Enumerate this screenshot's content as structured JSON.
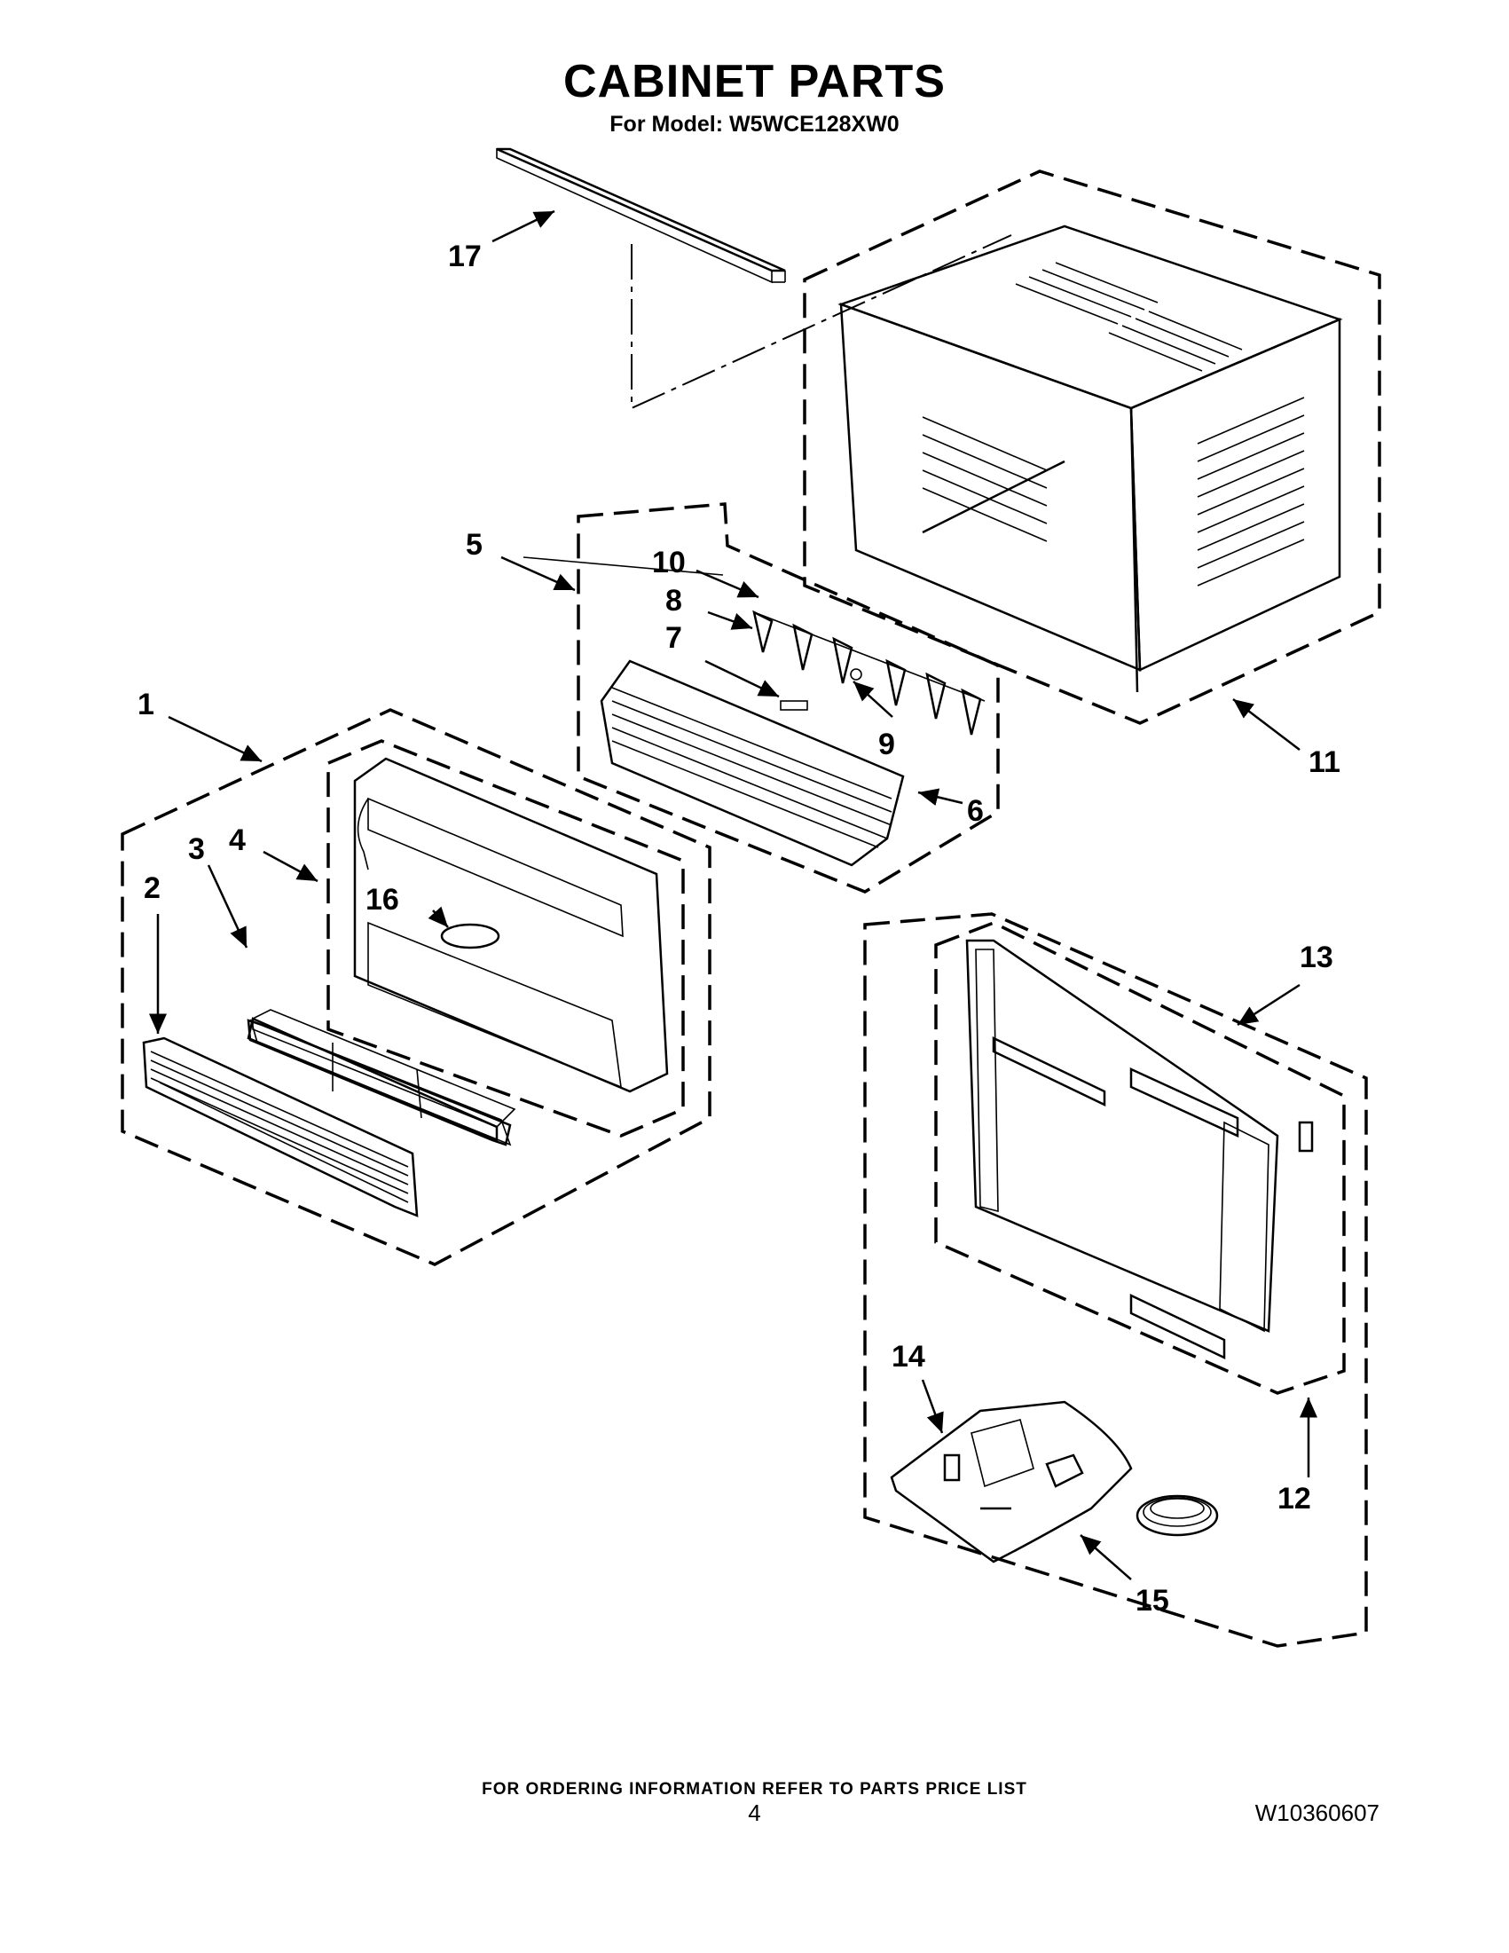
{
  "header": {
    "title": "CABINET PARTS",
    "subtitle": "For Model: W5WCE128XW0"
  },
  "callouts": {
    "p1": "1",
    "p2": "2",
    "p3": "3",
    "p4": "4",
    "p5": "5",
    "p6": "6",
    "p7": "7",
    "p8": "8",
    "p9": "9",
    "p10": "10",
    "p11": "11",
    "p12": "12",
    "p13": "13",
    "p14": "14",
    "p15": "15",
    "p16": "16",
    "p17": "17"
  },
  "footer": {
    "note": "FOR ORDERING INFORMATION REFER TO PARTS PRICE LIST",
    "page_number": "4",
    "document_id": "W10360607"
  }
}
